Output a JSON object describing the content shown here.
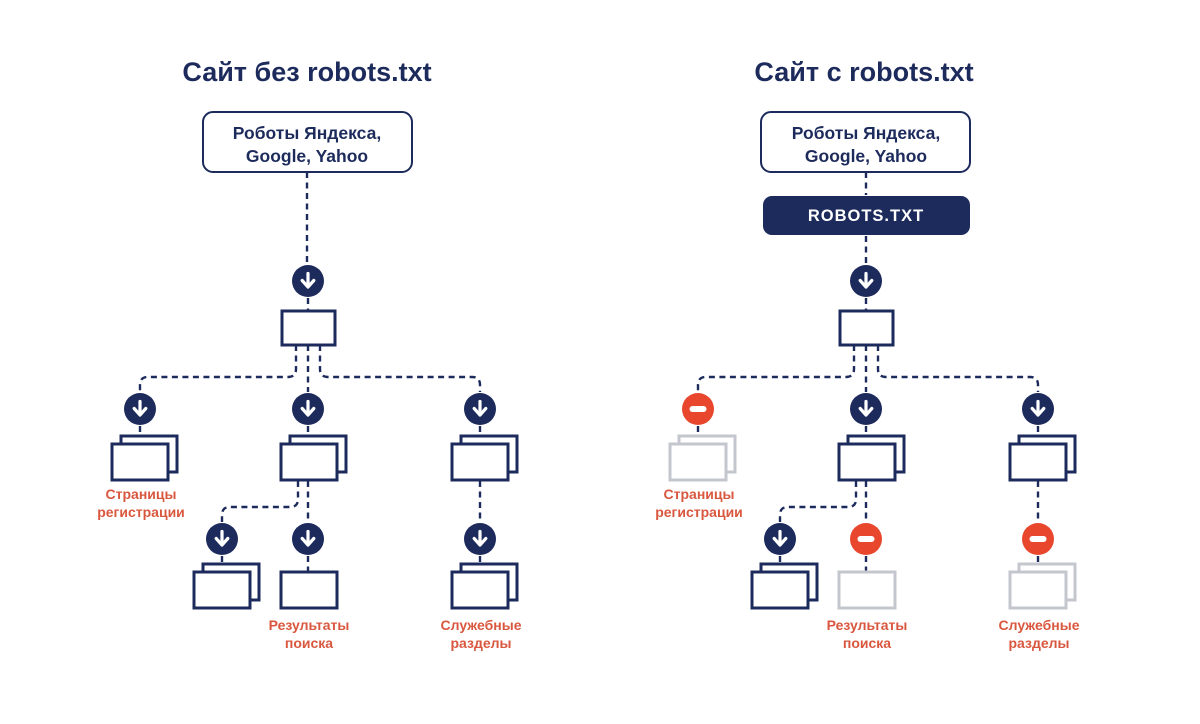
{
  "colors": {
    "navy": "#1d2b5c",
    "red": "#e8472e",
    "label": "#d9573e",
    "gray": "#c3c7cd",
    "bg": "#ffffff"
  },
  "left": {
    "title": "Сайт без robots.txt",
    "robots_lines": [
      "Роботы Яндекса,",
      "Google, Yahoo"
    ],
    "label_registration": [
      "Страницы",
      "регистрации"
    ],
    "label_search": [
      "Результаты",
      "поиска"
    ],
    "label_service": [
      "Служебные",
      "разделы"
    ]
  },
  "right": {
    "title": "Сайт с robots.txt",
    "robots_lines": [
      "Роботы Яндекса,",
      "Google, Yahoo"
    ],
    "robots_txt": "ROBOTS.TXT",
    "label_registration": [
      "Страницы",
      "регистрации"
    ],
    "label_search": [
      "Результаты",
      "поиска"
    ],
    "label_service": [
      "Служебные",
      "разделы"
    ]
  }
}
